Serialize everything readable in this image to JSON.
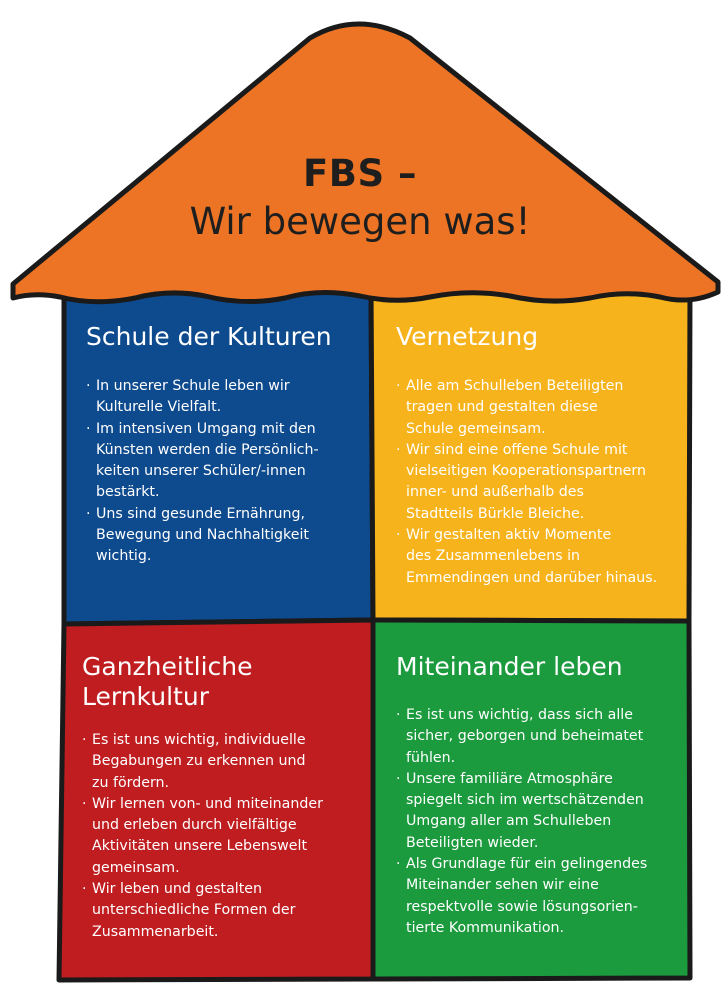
{
  "title": {
    "line1": "FBS –",
    "line2": "Wir bewegen was!"
  },
  "colors": {
    "roof": "#ec7424",
    "blue": "#0e4a8e",
    "yellow": "#f7b31c",
    "red": "#c01d20",
    "green": "#1b9a3e",
    "outline": "#1a1a1a"
  },
  "panels": {
    "kulturen": {
      "heading": "Schule der Kulturen",
      "items": [
        [
          "In unserer Schule leben wir",
          "Kulturelle Vielfalt."
        ],
        [
          "Im intensiven Umgang mit den",
          "Künsten werden die Persönlich-",
          "keiten unserer Schüler/-innen",
          "bestärkt."
        ],
        [
          "Uns sind gesunde Ernährung,",
          "Bewegung und Nachhaltigkeit",
          "wichtig."
        ]
      ]
    },
    "vernetzung": {
      "heading": "Vernetzung",
      "items": [
        [
          "Alle am Schulleben Beteiligten",
          "tragen und gestalten diese",
          "Schule gemeinsam."
        ],
        [
          "Wir sind eine offene Schule mit",
          "vielseitigen Kooperationspartnern",
          "inner- und außerhalb des",
          "Stadtteils Bürkle Bleiche."
        ],
        [
          "Wir gestalten aktiv Momente",
          "des Zusammenlebens in",
          "Emmendingen und darüber hinaus."
        ]
      ]
    },
    "lernkultur": {
      "heading_line1": "Ganzheitliche",
      "heading_line2": "Lernkultur",
      "items": [
        [
          "Es ist uns wichtig, individuelle",
          "Begabungen zu erkennen und",
          "zu fördern."
        ],
        [
          "Wir lernen von- und miteinander",
          "und erleben durch vielfältige",
          "Aktivitäten unsere Lebenswelt",
          "gemeinsam."
        ],
        [
          "Wir leben und gestalten",
          "unterschiedliche Formen der",
          "Zusammenarbeit."
        ]
      ]
    },
    "miteinander": {
      "heading": "Miteinander leben",
      "items": [
        [
          "Es ist uns wichtig, dass sich alle",
          "sicher, geborgen und beheimatet",
          "fühlen."
        ],
        [
          "Unsere familiäre Atmosphäre",
          "spiegelt sich im wertschätzenden",
          "Umgang aller am Schulleben",
          "Beteiligten wieder."
        ],
        [
          "Als Grundlage für ein gelingendes",
          "Miteinander sehen wir eine",
          "respektvolle sowie lösungsorien-",
          "tierte Kommunikation."
        ]
      ]
    }
  }
}
